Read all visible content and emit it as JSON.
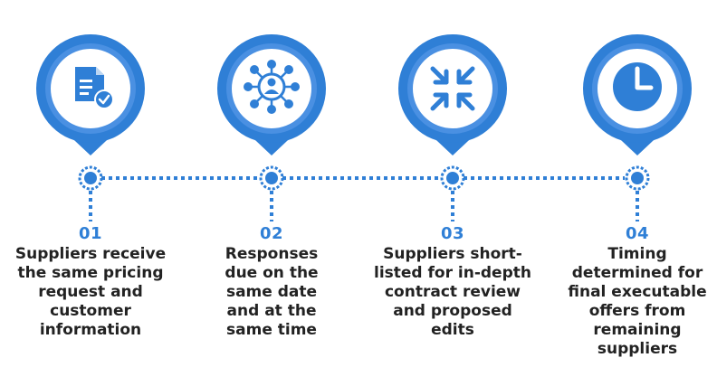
{
  "colors": {
    "accent": "#2f7fd6",
    "ring": "#4a90e2",
    "text": "#222222",
    "icon_bg": "#ffffff"
  },
  "steps": [
    {
      "number": "01",
      "icon": "document-check-icon",
      "lines": [
        "Suppliers receive",
        "the same pricing",
        "request and",
        "customer",
        "information"
      ]
    },
    {
      "number": "02",
      "icon": "network-people-icon",
      "lines": [
        "Responses",
        "due on the",
        "same date",
        "and at the",
        "same time"
      ]
    },
    {
      "number": "03",
      "icon": "compress-arrows-icon",
      "lines": [
        "Suppliers short-",
        "listed for in-depth",
        "contract review",
        "and proposed",
        "edits"
      ]
    },
    {
      "number": "04",
      "icon": "clock-icon",
      "lines": [
        "Timing",
        "determined for",
        "final executable",
        "offers from",
        "remaining",
        "suppliers"
      ]
    }
  ]
}
